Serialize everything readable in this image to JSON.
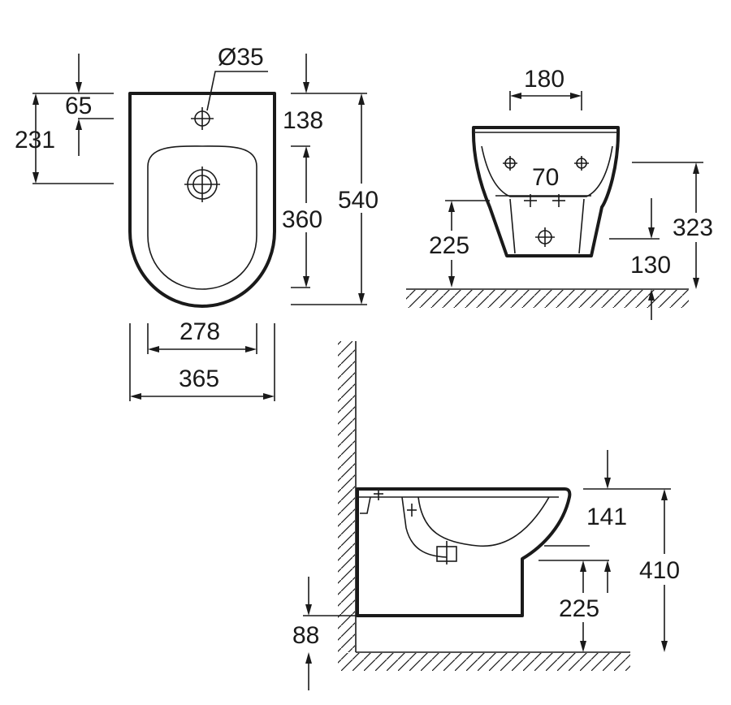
{
  "views": {
    "top": {
      "dims": {
        "hole_diameter": "Ø35",
        "front_offset": "65",
        "hole_to_center": "231",
        "rim_to_hole": "138",
        "bowl_length": "360",
        "overall_length": "540",
        "bowl_width": "278",
        "overall_width": "365"
      }
    },
    "front": {
      "dims": {
        "top_spacing": "180",
        "bolt_spacing": "70",
        "outlet_height": "225",
        "bolt_height": "130",
        "overall_height": "323"
      }
    },
    "side": {
      "dims": {
        "rim_depth": "141",
        "overall_height": "410",
        "outlet_height": "225",
        "floor_clearance": "88"
      }
    }
  },
  "colors": {
    "line": "#1a1a1a",
    "background": "#ffffff"
  }
}
